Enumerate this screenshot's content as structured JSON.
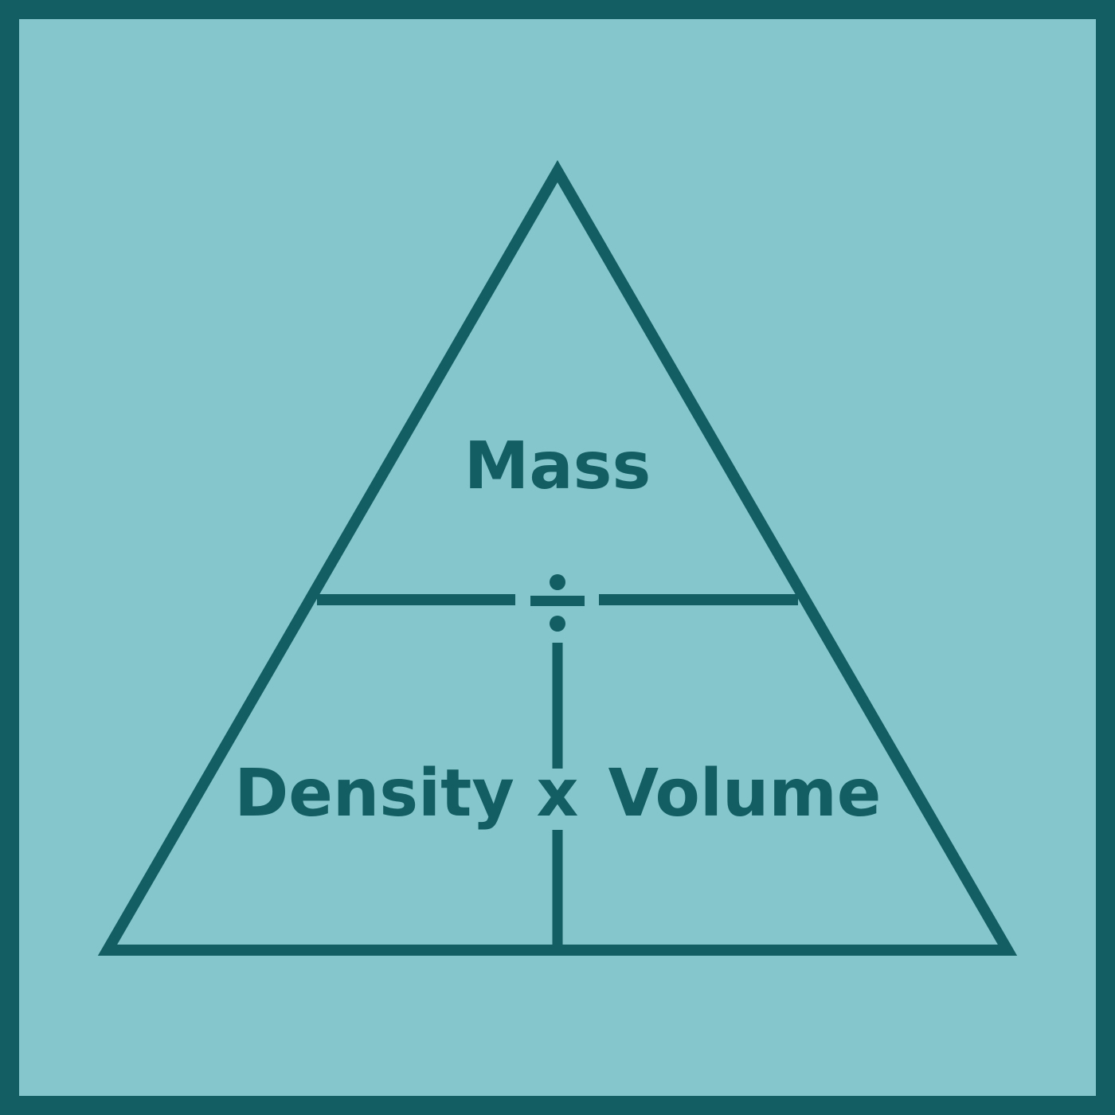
{
  "diagram": {
    "top_label": "Mass",
    "left_label": "Density",
    "operator_label": "x",
    "right_label": "Volume",
    "divide_symbol": "÷"
  },
  "colors": {
    "background": "#84c6cc",
    "ink": "#135e62"
  },
  "icons": {
    "divide": "divide-icon"
  }
}
